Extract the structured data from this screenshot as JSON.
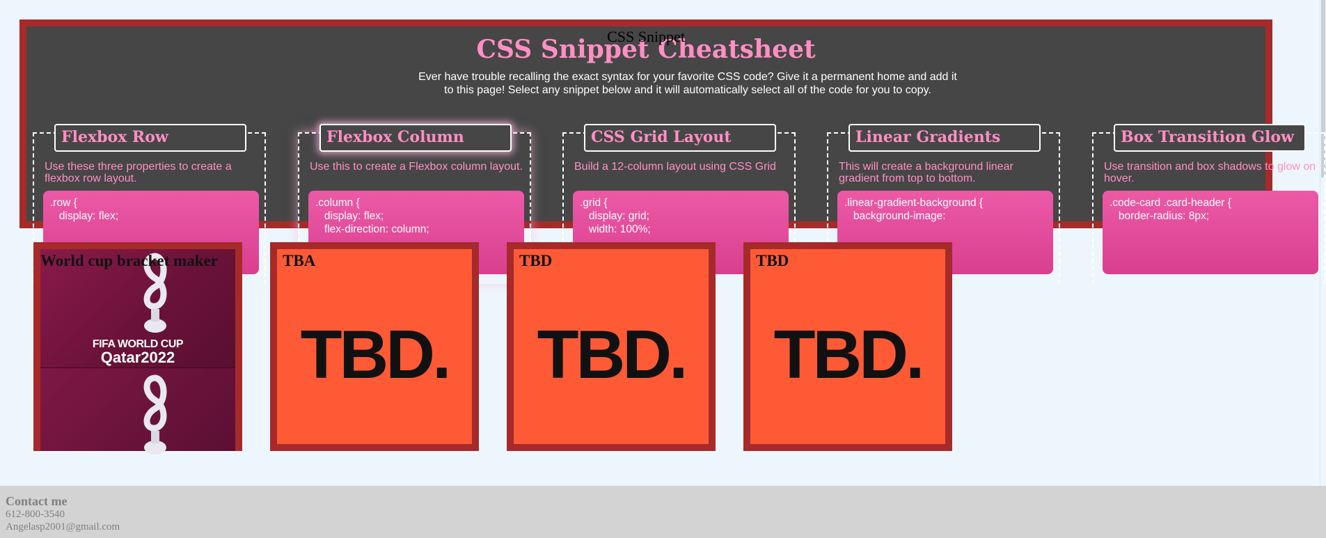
{
  "cheatsheet": {
    "frame_title": "CSS Snippet",
    "title": "CSS Snippet Cheatsheet",
    "intro": "Ever have trouble recalling the exact syntax for your favorite CSS code? Give it a permanent home and add it to this page! Select any snippet below and it will automatically select all of the code for you to copy.",
    "cards": [
      {
        "header": "Flexbox Row",
        "desc": "Use these three properties to create a flexbox row layout.",
        "code": ".row {\n   display: flex;"
      },
      {
        "header": "Flexbox Column",
        "desc": "Use this to create a Flexbox column layout.",
        "code": ".column {\n   display: flex;\n   flex-direction: column;"
      },
      {
        "header": "CSS Grid Layout",
        "desc": "Build a 12-column layout using CSS Grid",
        "code": ".grid {\n   display: grid;\n   width: 100%;"
      },
      {
        "header": "Linear Gradients",
        "desc": "This will create a background linear gradient from top to bottom.",
        "code": ".linear-gradient-background {\n   background-image:"
      },
      {
        "header": "Box Transition Glow",
        "desc": "Use transition and box shadows to glow on hover.",
        "code": ".code-card .card-header {\n   border-radius: 8px;"
      }
    ]
  },
  "projects": [
    {
      "label": "World cup bracket maker",
      "logo_line1": "FIFA WORLD CUP",
      "logo_line2": "Qatar2022"
    },
    {
      "label": "TBA",
      "logo": "TBD."
    },
    {
      "label": "TBD",
      "logo": "TBD."
    },
    {
      "label": "TBD",
      "logo": "TBD."
    }
  ],
  "footer": {
    "title": "Contact me",
    "phone": "612-800-3540",
    "email": "Angelasp2001@gmail.com"
  },
  "colors": {
    "frame_border": "#a62a2a",
    "panel_bg": "#464646",
    "accent_pink": "#ff8fc4",
    "code_bg": "#e0468f",
    "tbd_orange": "#ff5a36"
  }
}
